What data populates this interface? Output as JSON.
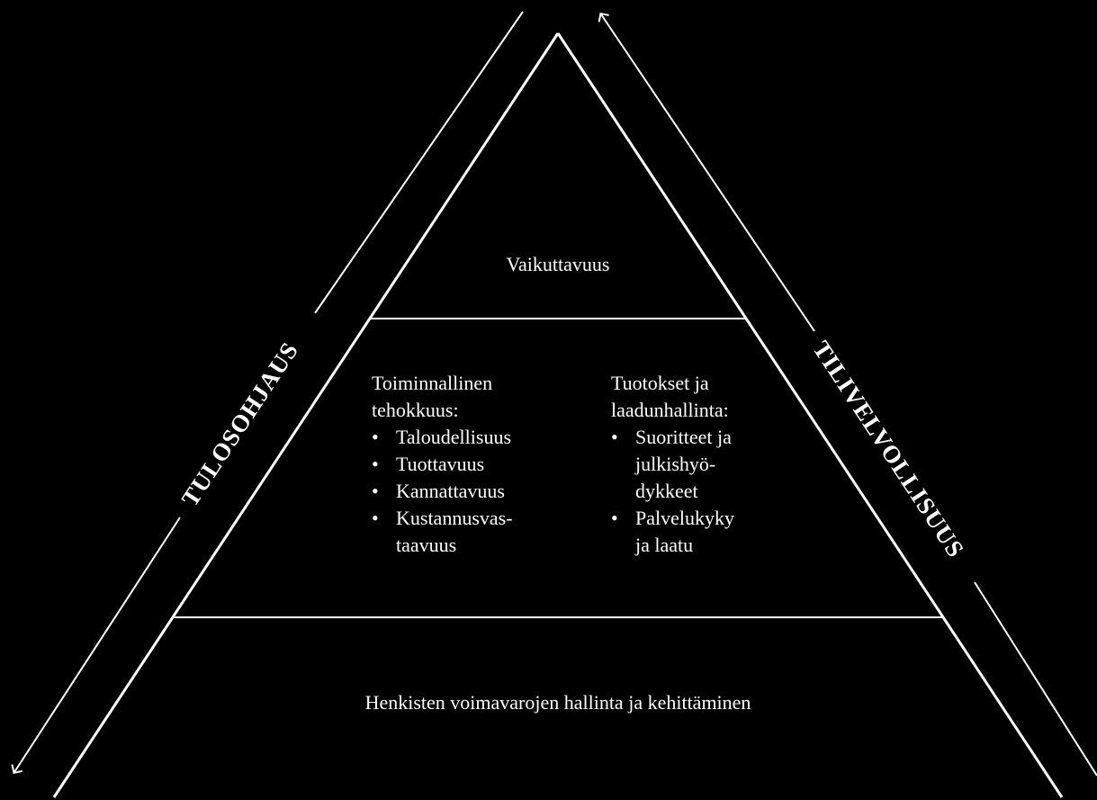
{
  "pyramid": {
    "top_label": "Vaikuttavuus",
    "middle_left": {
      "heading_line1": "Toiminnallinen",
      "heading_line2": "tehokkuus:",
      "items": [
        {
          "line1": "Taloudellisuus",
          "line2": ""
        },
        {
          "line1": "Tuottavuus",
          "line2": ""
        },
        {
          "line1": "Kannattavuus",
          "line2": ""
        },
        {
          "line1": "Kustannusvas-",
          "line2": "taavuus"
        }
      ]
    },
    "middle_right": {
      "heading_line1": "Tuotokset ja",
      "heading_line2": "laadunhallinta:",
      "items": [
        {
          "line1": "Suoritteet ja",
          "line2": "julkishyö-",
          "line3": "dykkeet"
        },
        {
          "line1": "Palvelukyky",
          "line2": "ja laatu",
          "line3": ""
        }
      ]
    },
    "bottom_label": "Henkisten voimavarojen hallinta ja kehittäminen"
  },
  "side_labels": {
    "left": "TULOSOHJAUS",
    "right": "TILIVELVOLLISUUS"
  },
  "colors": {
    "background": "#000000",
    "lines": "#ffffff",
    "text": "#ffffff"
  }
}
